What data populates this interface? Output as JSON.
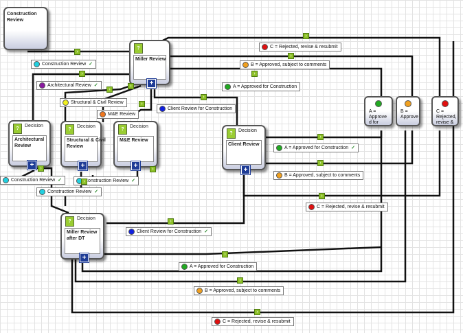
{
  "nodes": {
    "construction_review": {
      "title": "Construction Review"
    },
    "miller_review": {
      "kind": "Decision",
      "title": "Miller Review"
    },
    "architectural_review": {
      "kind": "Decision",
      "title": "Architectural Review"
    },
    "structural_civil_review": {
      "kind": "Decision",
      "title": "Structural & Civil Review"
    },
    "me_review": {
      "kind": "Decision",
      "title": "M&E Review"
    },
    "client_review": {
      "kind": "Decision",
      "title": "Client Review"
    },
    "miller_review_after_dt": {
      "kind": "Decision",
      "title": "Miller Review after DT"
    }
  },
  "option_boxes": [
    {
      "label": "A = Approve d for",
      "color": "#22aa22"
    },
    {
      "label": "B = Approve",
      "color": "#f0a020"
    },
    {
      "label": "C = Rejected, revise &",
      "color": "#e01010"
    }
  ],
  "labels": {
    "l1": {
      "text": "C = Rejected, revise & resubmit",
      "color": "#e01010",
      "tick": ""
    },
    "l2": {
      "text": "B = Approved, subject to comments",
      "color": "#f0a020",
      "tick": ""
    },
    "l3": {
      "text": "A = Approved for Construction",
      "color": "#22aa22",
      "tick": ""
    },
    "l4": {
      "text": "Construction Review",
      "color": "#22d0e0",
      "tick": "✓"
    },
    "l5": {
      "text": "Architectural Review",
      "color": "#8a1aa0",
      "tick": "✓"
    },
    "l6": {
      "text": "Structural & Civil Review",
      "color": "#f0f020",
      "tick": ""
    },
    "l7": {
      "text": "M&E Review",
      "color": "#f07820",
      "tick": ""
    },
    "l8": {
      "text": "Client Review for Construction",
      "color": "#1020e0",
      "tick": ""
    },
    "l9": {
      "text": "A = Approved for Construction",
      "color": "#22aa22",
      "tick": "✓"
    },
    "l10": {
      "text": "B = Approved, subject to comments",
      "color": "#f0a020",
      "tick": ""
    },
    "l11": {
      "text": "C = Rejected, revise & resubmit",
      "color": "#e01010",
      "tick": ""
    },
    "l12": {
      "text": "Construction Review",
      "color": "#22d0e0",
      "tick": "✓"
    },
    "l13": {
      "text": "Construction Review",
      "color": "#22d0e0",
      "tick": "✓"
    },
    "l14": {
      "text": "Construction Review",
      "color": "#22d0e0",
      "tick": "✓"
    },
    "l15": {
      "text": "Client Review for Construction",
      "color": "#1020e0",
      "tick": "✓"
    },
    "l16": {
      "text": "A = Approved for Construction",
      "color": "#22aa22",
      "tick": ""
    },
    "l17": {
      "text": "B = Approved, subject to comments",
      "color": "#f0a020",
      "tick": ""
    },
    "l18": {
      "text": "C = Rejected, revise & resubmit",
      "color": "#e01010",
      "tick": ""
    }
  },
  "icons": {
    "plus": "+",
    "arrow": "›",
    "doc": "?"
  }
}
